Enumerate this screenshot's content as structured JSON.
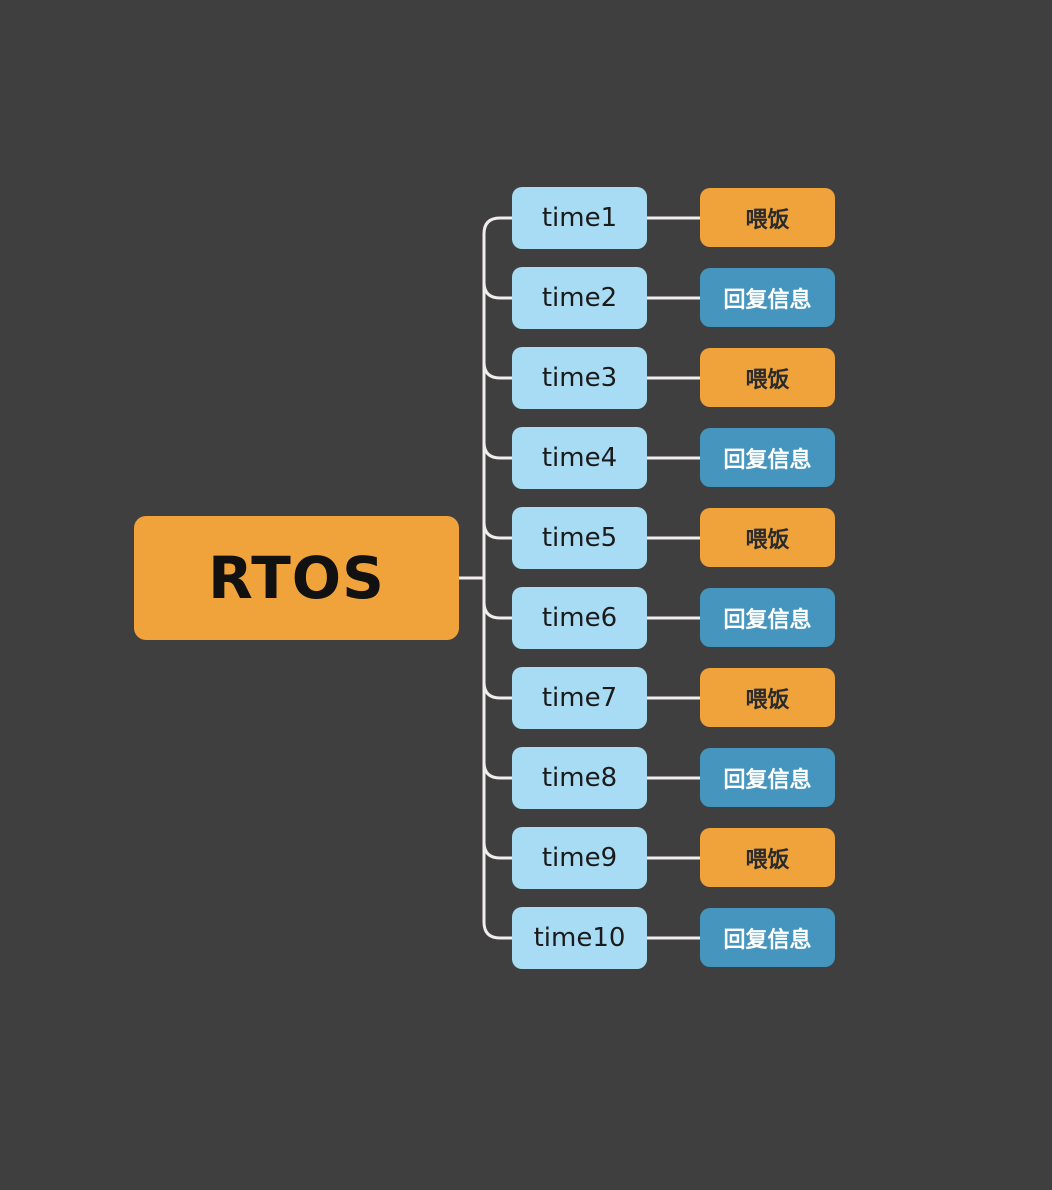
{
  "root": {
    "label": "RTOS"
  },
  "colors": {
    "background": "#3f3f3f",
    "root_fill": "#f0a33a",
    "time_fill": "#a8dcf5",
    "feed_fill": "#f0a33a",
    "reply_fill": "#4595bf",
    "connector": "#f3ecec"
  },
  "branches": [
    {
      "time": "time1",
      "task": "喂饭",
      "kind": "feed"
    },
    {
      "time": "time2",
      "task": "回复信息",
      "kind": "reply"
    },
    {
      "time": "time3",
      "task": "喂饭",
      "kind": "feed"
    },
    {
      "time": "time4",
      "task": "回复信息",
      "kind": "reply"
    },
    {
      "time": "time5",
      "task": "喂饭",
      "kind": "feed"
    },
    {
      "time": "time6",
      "task": "回复信息",
      "kind": "reply"
    },
    {
      "time": "time7",
      "task": "喂饭",
      "kind": "feed"
    },
    {
      "time": "time8",
      "task": "回复信息",
      "kind": "reply"
    },
    {
      "time": "time9",
      "task": "喂饭",
      "kind": "feed"
    },
    {
      "time": "time10",
      "task": "回复信息",
      "kind": "reply"
    }
  ]
}
